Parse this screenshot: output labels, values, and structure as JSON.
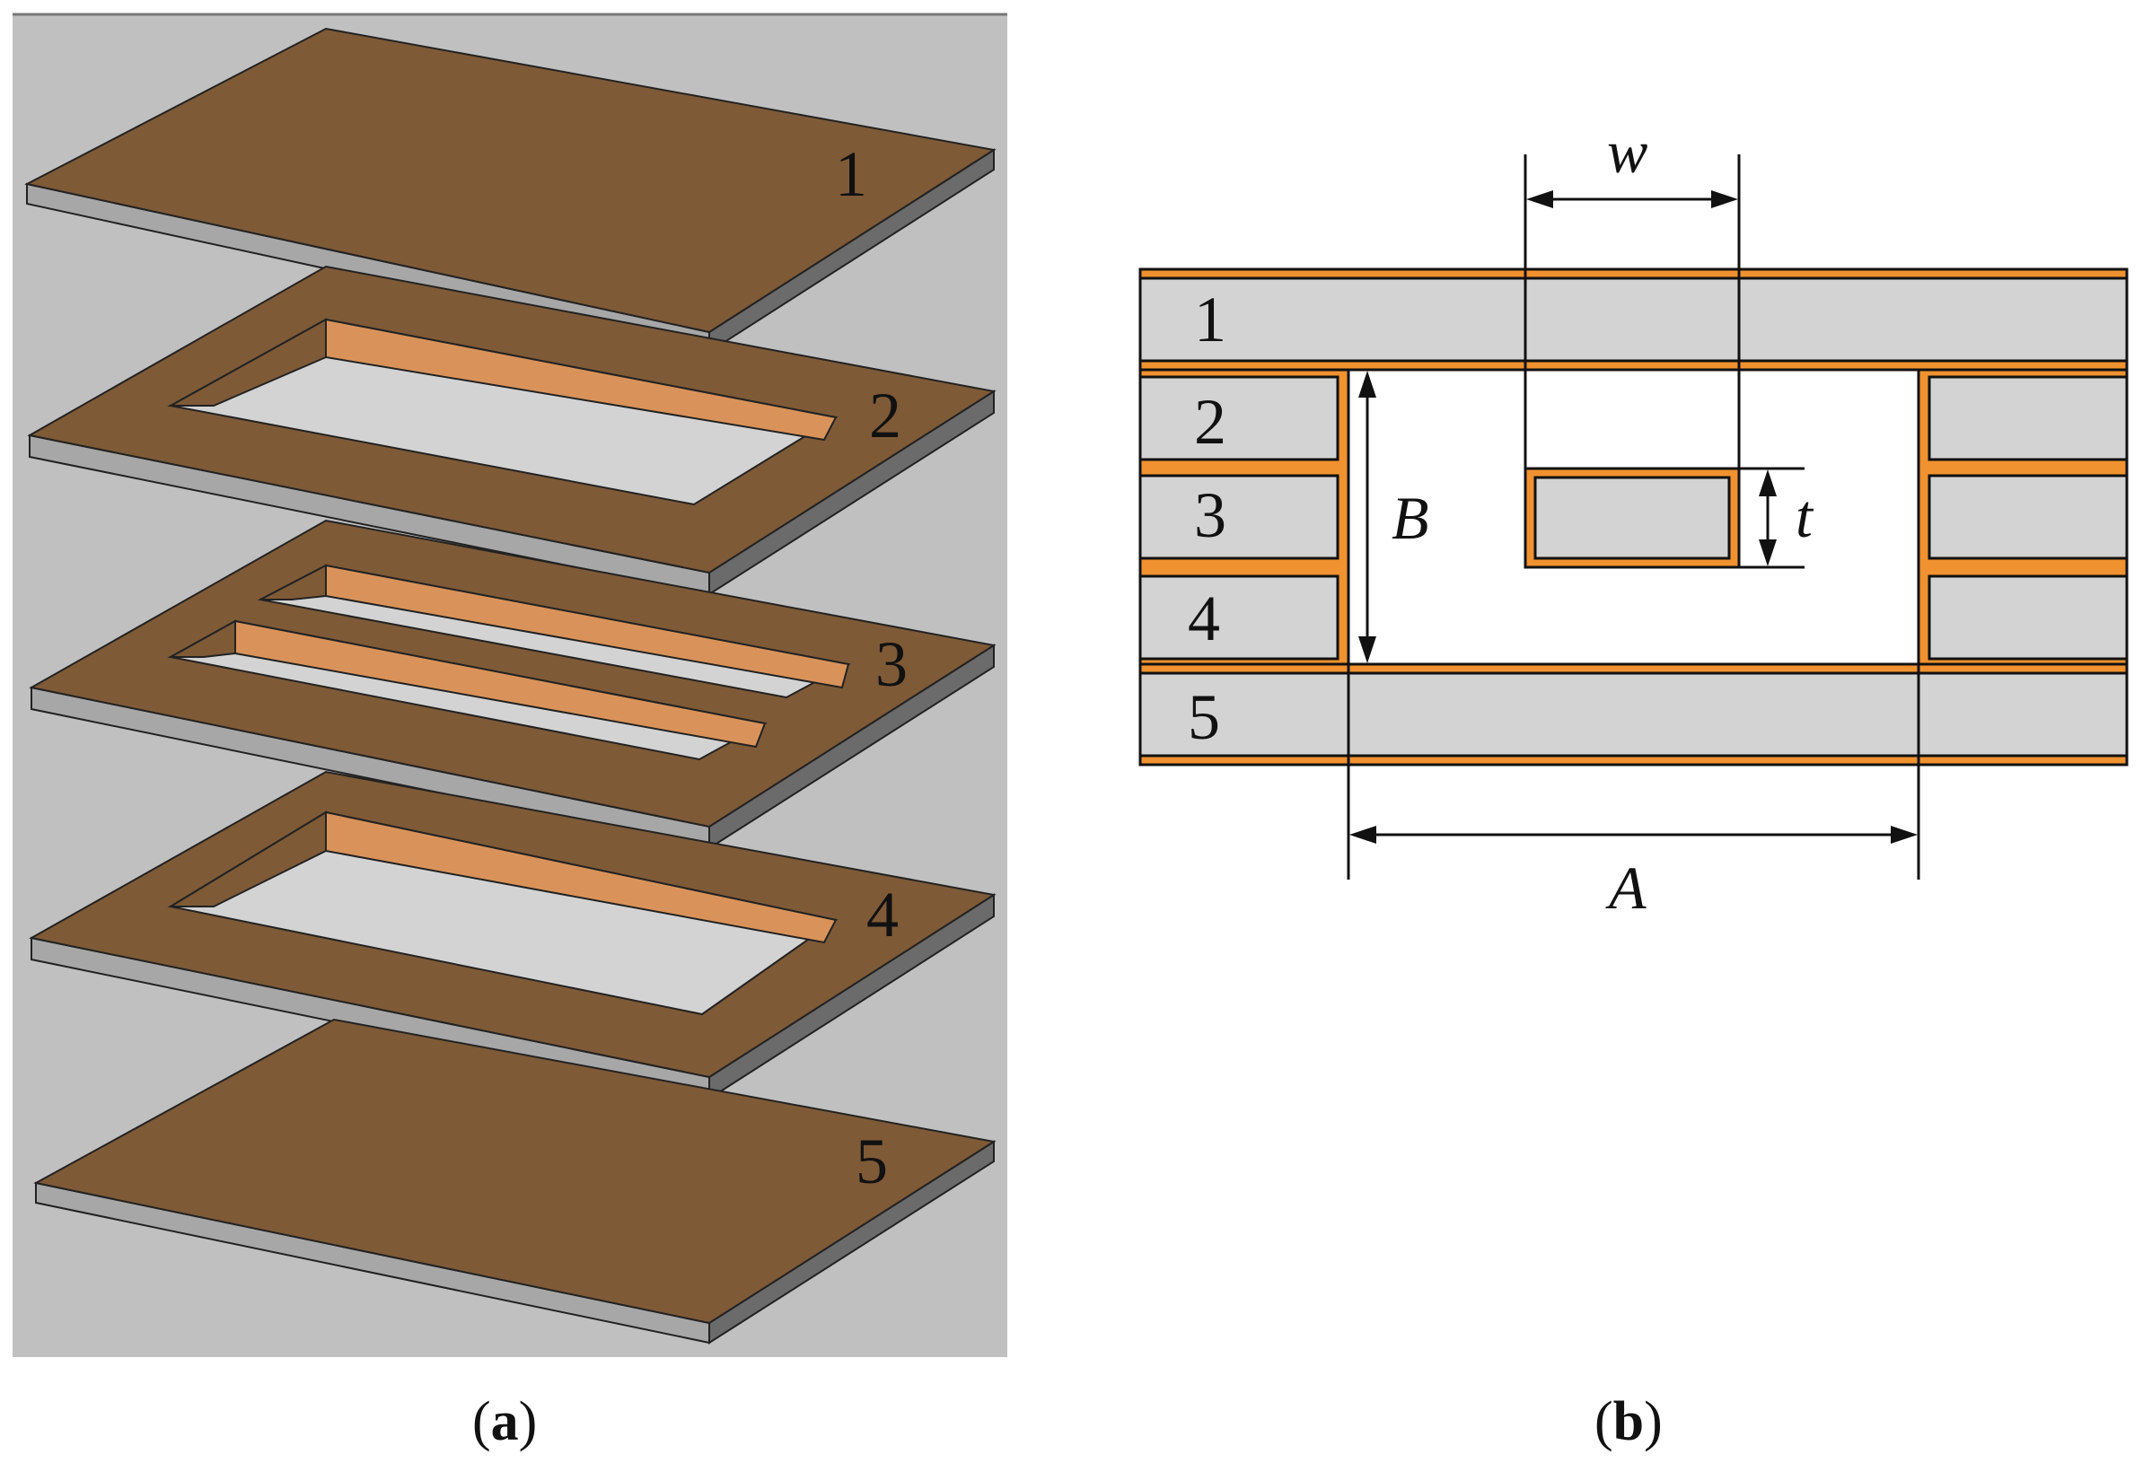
{
  "panel_a": {
    "layer_labels": [
      "1",
      "2",
      "3",
      "4",
      "5"
    ],
    "caption": {
      "open": "(",
      "letter": "a",
      "close": ")"
    }
  },
  "panel_b": {
    "layer_labels": [
      "1",
      "2",
      "3",
      "4",
      "5"
    ],
    "dimensions": {
      "w": "w",
      "t": "t",
      "B": "B",
      "A": "A"
    },
    "caption": {
      "open": "(",
      "letter": "b",
      "close": ")"
    }
  },
  "colors": {
    "board_top": "#7f5a37",
    "board_edge_front": "#a7a7a7",
    "board_edge_side": "#6b6b6b",
    "copper": "#f0922f",
    "copper_wall": "#d9935a",
    "substrate": "#d3d3d3",
    "background_a": "#c0c0c0"
  }
}
